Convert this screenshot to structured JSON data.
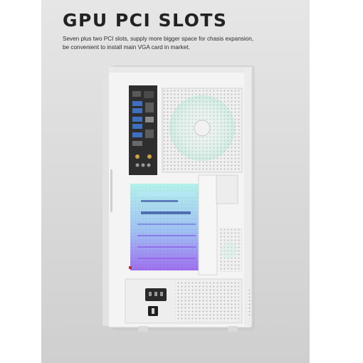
{
  "banner": {
    "title": "GPU PCI SLOTS",
    "description_lines": [
      "Seven plus two PCI slots, supply more bigger space for chasis expansion,",
      "be convenient to install main VGA card in market."
    ]
  },
  "colors": {
    "background": "#d9d9d9",
    "case_body": "#f3f3f3",
    "slot_gradient_top": "#9ef0e8",
    "slot_gradient_bottom": "#8a5cf0",
    "fan_glow": "#a8f0dc"
  },
  "icons": [
    "case-photo",
    "fan-icon",
    "io-port-icon",
    "power-socket-icon",
    "power-switch-icon"
  ]
}
